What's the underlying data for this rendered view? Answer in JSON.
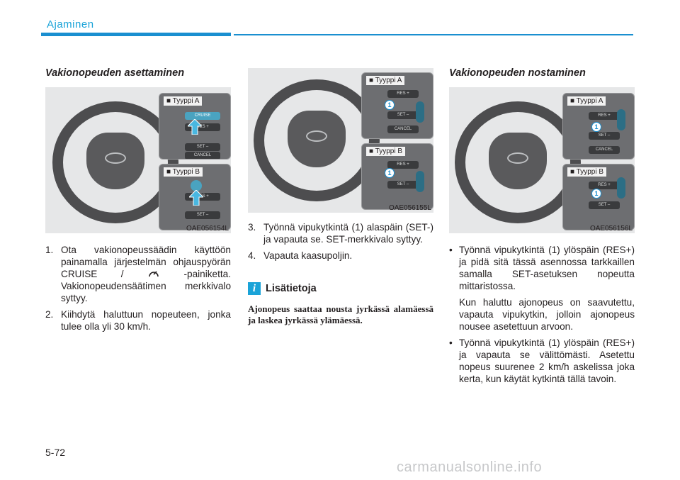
{
  "header": {
    "section": "Ajaminen",
    "page_number": "5-72"
  },
  "col1": {
    "title": "Vakionopeuden asettaminen",
    "figure": {
      "code": "OAE056154L",
      "type_a": "■ Tyyppi A",
      "type_b": "■ Tyyppi B",
      "btn_a": [
        "CRUISE",
        "RES +",
        "SET –",
        "CANCEL"
      ],
      "btn_b": [
        "RES +",
        "SET –"
      ]
    },
    "steps": [
      {
        "mark": "1.",
        "text_before_icon": "Ota vakionopeussäädin käyttöön painamalla järjestelmän ohjauspyörän CRUISE / ",
        "text_after_icon": " -painiketta. Vakionopeudensäätimen merkkivalo syttyy."
      },
      {
        "mark": "2.",
        "text": "Kiihdytä haluttuun nopeuteen, jonka tulee olla yli 30 km/h."
      }
    ]
  },
  "col2": {
    "figure": {
      "code": "OAE056155L",
      "type_a": "■ Tyyppi A",
      "type_b": "■ Tyyppi B",
      "num": "1",
      "btn_a": [
        "RES +",
        "SET –",
        "CANCEL"
      ],
      "btn_b": [
        "RES +",
        "SET –"
      ]
    },
    "steps": [
      {
        "mark": "3.",
        "text": "Työnnä vipukytkintä (1) alaspäin (SET-) ja vapauta se. SET-merkkivalo syttyy."
      },
      {
        "mark": "4.",
        "text": "Vapauta kaasupoljin."
      }
    ],
    "info": {
      "icon": "i",
      "title": "Lisätietoja",
      "text": "Ajonopeus saattaa nousta jyrkässä alamäessä ja laskea jyrkässä ylämäessä."
    }
  },
  "col3": {
    "title": "Vakionopeuden nostaminen",
    "figure": {
      "code": "OAE056156L",
      "type_a": "■ Tyyppi A",
      "type_b": "■ Tyyppi B",
      "num": "1",
      "btn_a": [
        "RES +",
        "SET –",
        "CANCEL"
      ],
      "btn_b": [
        "RES +",
        "SET –"
      ]
    },
    "bullets": [
      {
        "mark": "•",
        "paras": [
          "Työnnä vipukytkintä (1) ylöspäin (RES+) ja pidä sitä tässä asennossa tarkkaillen samalla SET-asetuksen nopeutta mittaristossa.",
          "Kun haluttu ajonopeus on saavutettu, vapauta vipukytkin, jolloin ajonopeus nousee asetettuun arvoon."
        ]
      },
      {
        "mark": "•",
        "paras": [
          "Työnnä vipukytkintä (1) ylöspäin (RES+) ja vapauta se välittömästi. Asetettu nopeus suurenee 2 km/h askelissa joka kerta, kun käytät kytkintä tällä tavoin."
        ]
      }
    ]
  },
  "watermark": "carmanualsonline.info",
  "colors": {
    "accent": "#1a8fd0",
    "figure_bg": "#e6e7e8"
  }
}
